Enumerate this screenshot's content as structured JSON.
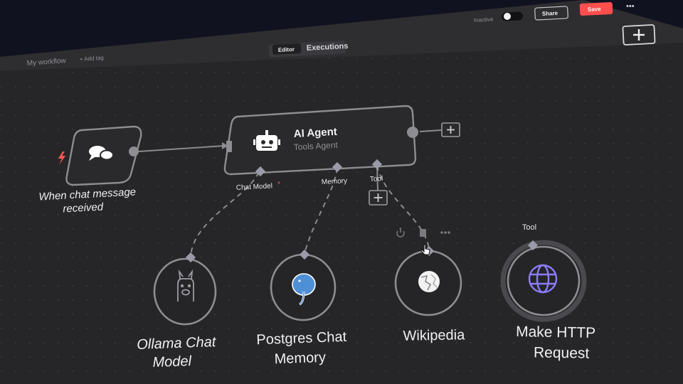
{
  "header": {
    "workflow_name": "My workflow",
    "add_tag": "+ Add tag",
    "status_label": "Inactive",
    "share_label": "Share",
    "save_label": "Save",
    "more_label": "•••",
    "tabs": [
      {
        "label": "Editor",
        "active": true
      },
      {
        "label": "Executions",
        "active": false
      }
    ]
  },
  "nodes": {
    "trigger": {
      "label_line1": "When chat message",
      "label_line2": "received",
      "icon": "chat-bubbles-icon"
    },
    "agent": {
      "title": "AI Agent",
      "subtitle": "Tools Agent",
      "icon": "robot-icon"
    },
    "ollama": {
      "label_line1": "Ollama Chat",
      "label_line2": "Model",
      "icon": "llama-icon"
    },
    "postgres": {
      "label_line1": "Postgres Chat",
      "label_line2": "Memory",
      "icon": "elephant-icon"
    },
    "wikipedia": {
      "label_line1": "Wikipedia",
      "icon": "wikipedia-globe-icon"
    },
    "http": {
      "label_line1": "Make HTTP",
      "label_line2": "Request",
      "icon": "globe-icon",
      "tool_label": "Tool"
    }
  },
  "agent_inputs": {
    "chat_model": "Chat Model",
    "required_mark": "*",
    "memory": "Memory",
    "tool": "Tool"
  },
  "colors": {
    "accent_save": "#ff4e4e",
    "trigger_bolt": "#ff5b4e",
    "http_icon": "#8b7dff",
    "postgres_icon": "#4f8fd6",
    "canvas": "#262628",
    "node_border": "#8d8d92"
  }
}
